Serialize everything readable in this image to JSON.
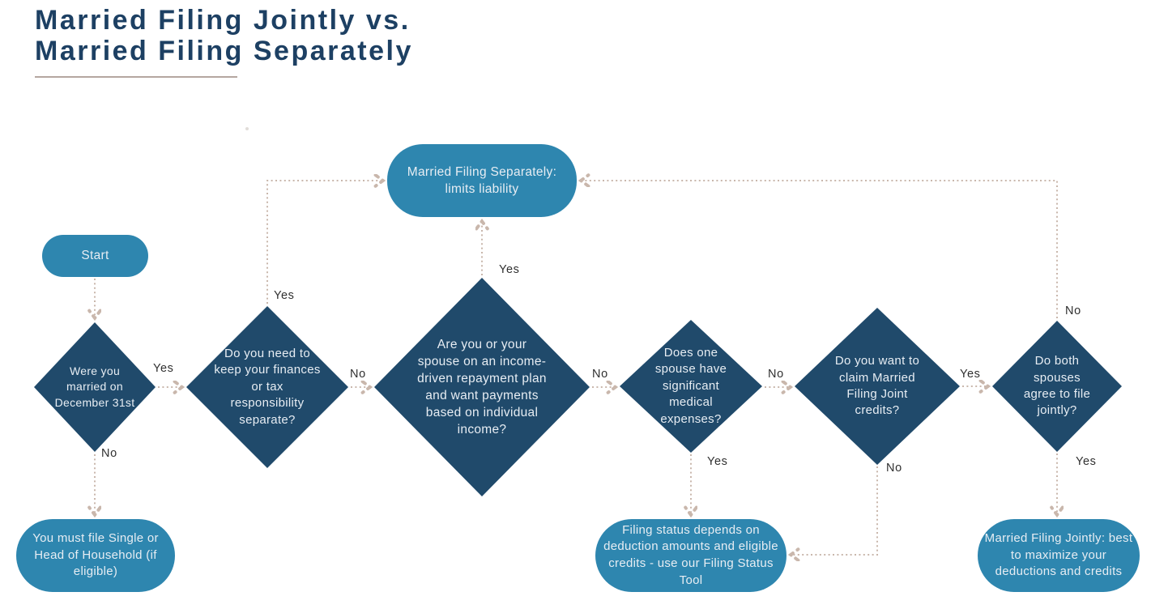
{
  "title": {
    "line1": "Married Filing Jointly vs.",
    "line2": "Married Filing Separately"
  },
  "colors": {
    "title_text": "#1d4063",
    "pill_fill": "#2e86af",
    "diamond_fill": "#204a6b",
    "node_text": "#e7edf3",
    "connector": "#c9b7ac",
    "edge_label_text": "#303030",
    "title_underline": "#b5a7a0"
  },
  "nodes": {
    "start": "Start",
    "married_dec31": "Were you married on December 31st",
    "keep_separate": "Do you need to keep your finances or tax responsibility separate?",
    "idr_plan": "Are you or your spouse on an income-driven repayment plan and want payments based on individual income?",
    "medical_expenses": "Does one spouse have significant medical expenses?",
    "mfj_credits": "Do you want to claim Married Filing Joint credits?",
    "agree_jointly": "Do both spouses agree to file jointly?",
    "mfs_outcome": "Married Filing Separately: limits liability",
    "single_outcome": "You must file Single or Head of Household (if eligible)",
    "tool_outcome": "Filing status depends on deduction amounts and eligible credits - use our Filing Status Tool",
    "mfj_outcome": "Married Filing Jointly: best to maximize your deductions and credits"
  },
  "edge_labels": {
    "married_yes": "Yes",
    "married_no": "No",
    "separate_yes": "Yes",
    "separate_no": "No",
    "idr_yes": "Yes",
    "idr_no": "No",
    "medical_yes": "Yes",
    "medical_no": "No",
    "credits_yes": "Yes",
    "credits_no": "No",
    "agree_yes": "Yes",
    "agree_no": "No"
  }
}
